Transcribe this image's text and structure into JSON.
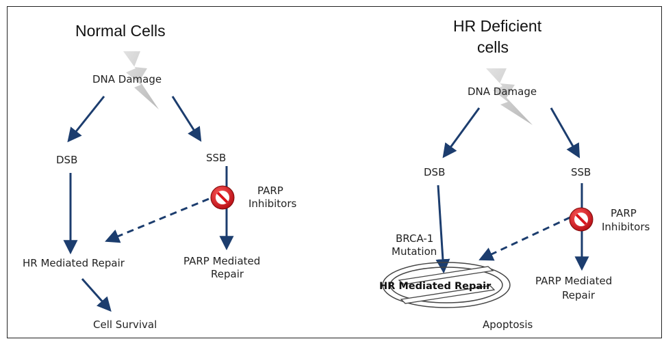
{
  "colors": {
    "arrow": "#1c3d6e",
    "bolt": "#c8c8c8",
    "stop_red": "#d9141c",
    "text": "#222222"
  },
  "left": {
    "title": "Normal Cells",
    "damage": "DNA Damage",
    "dsb": "DSB",
    "ssb": "SSB",
    "parp_inhibitors": [
      "PARP",
      "Inhibitors"
    ],
    "hr_repair": "HR Mediated Repair",
    "parp_repair": [
      "PARP Mediated",
      "Repair"
    ],
    "outcome": "Cell Survival"
  },
  "right": {
    "title": [
      "HR Deficient",
      "cells"
    ],
    "damage": "DNA Damage",
    "dsb": "DSB",
    "ssb": "SSB",
    "brca": [
      "BRCA-1",
      "Mutation"
    ],
    "parp_inhibitors": [
      "PARP",
      "Inhibitors"
    ],
    "hr_repair": "HR Mediated Repair",
    "parp_repair": [
      "PARP Mediated",
      "Repair"
    ],
    "outcome": "Apoptosis"
  },
  "icons": {
    "inhibitor": "no-entry-icon",
    "damage": "lightning-bolt-icon",
    "blocked": "blocked-ellipse-icon"
  }
}
